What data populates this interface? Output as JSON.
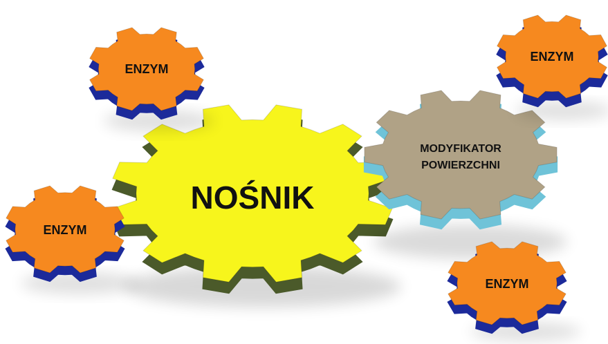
{
  "gears": [
    {
      "id": "enzym-top-left",
      "label": "ENZYM",
      "color": "#f6891f",
      "side": "#1c2a9a"
    },
    {
      "id": "enzym-top-right",
      "label": "ENZYM",
      "color": "#f6891f",
      "side": "#1c2a9a"
    },
    {
      "id": "nosnik",
      "label": "NOŚNIK",
      "color": "#f7f51c",
      "side": "#4b5a2a"
    },
    {
      "id": "modyfikator",
      "label": "MODYFIKATOR",
      "label2": "POWIERZCHNI",
      "color": "#b0a286",
      "side": "#6fc3d8"
    },
    {
      "id": "enzym-left",
      "label": "ENZYM",
      "color": "#f6891f",
      "side": "#1c2a9a"
    },
    {
      "id": "enzym-bottom-right",
      "label": "ENZYM",
      "color": "#f6891f",
      "side": "#1c2a9a"
    }
  ]
}
